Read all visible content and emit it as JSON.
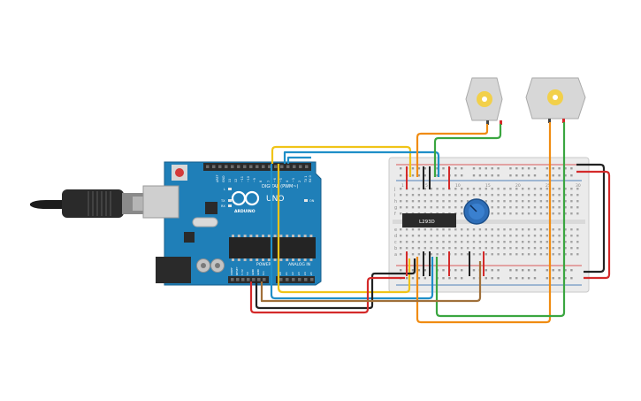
{
  "arduino": {
    "brand": "ARDUINO",
    "model": "UNO",
    "header_digital": "DIGITAL (PWM~)",
    "header_power": "POWER",
    "header_analog": "ANALOG IN",
    "led_l": "L",
    "led_tx": "TX",
    "led_rx": "RX",
    "led_on": "ON",
    "pin_aref": "AREF",
    "pin_gnd": "GND",
    "digital_pins": [
      "13",
      "12",
      "~11",
      "~10",
      "~9",
      "8",
      "7",
      "~6",
      "~5",
      "4",
      "~3",
      "2",
      "TX 1",
      "RX 0"
    ],
    "power_pins": [
      "IOREF",
      "RESET",
      "3.3V",
      "5V",
      "GND",
      "GND",
      "Vin"
    ],
    "analog_pins": [
      "A0",
      "A1",
      "A2",
      "A3",
      "A4",
      "A5"
    ]
  },
  "ic": {
    "label": "L293D"
  },
  "breadboard": {
    "row_letters_top": [
      "j",
      "i",
      "h",
      "g",
      "f"
    ],
    "row_letters_bottom": [
      "e",
      "d",
      "c",
      "b",
      "a"
    ],
    "column_numbers": [
      "1",
      "5",
      "10",
      "15",
      "20",
      "25",
      "30"
    ]
  },
  "colors": {
    "arduino_board": "#1f7fb8",
    "arduino_dark": "#175f8c",
    "wire_red": "#d42a2a",
    "wire_black": "#222222",
    "wire_yellow": "#f0c418",
    "wire_orange": "#f08c12",
    "wire_green": "#3aa640",
    "wire_blue": "#1f8fc8",
    "wire_brown": "#a0703a",
    "breadboard": "#ebebeb",
    "pot": "#2e6eb8",
    "motor": "#d7d7d7",
    "motor_hub": "#f2d04a"
  }
}
